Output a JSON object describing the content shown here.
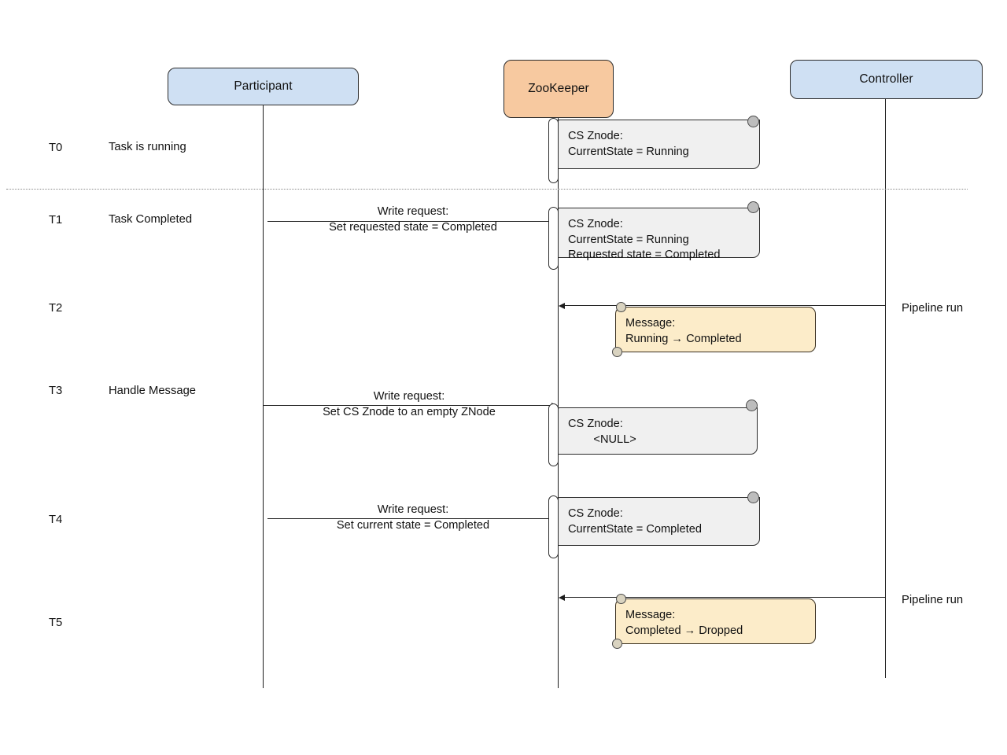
{
  "diagram": {
    "title": "Participant / ZooKeeper / Controller state transition sequence",
    "colors": {
      "actor_blue": "#cfe0f3",
      "actor_orange": "#f7c9a0",
      "note_grey": "#f0f0f0",
      "note_yellow": "#fcecc9",
      "stroke": "#1d1d1d",
      "background": "#ffffff"
    }
  },
  "actors": [
    {
      "id": "participant",
      "label": "Participant"
    },
    {
      "id": "zookeeper",
      "label": "ZooKeeper"
    },
    {
      "id": "controller",
      "label": "Controller"
    }
  ],
  "timeline": [
    {
      "t": "T0",
      "event": "Task is running"
    },
    {
      "t": "T1",
      "event": "Task Completed"
    },
    {
      "t": "T2",
      "event": ""
    },
    {
      "t": "T3",
      "event": "Handle Message"
    },
    {
      "t": "T4",
      "event": ""
    },
    {
      "t": "T5",
      "event": ""
    }
  ],
  "messages": [
    {
      "id": "t1-write",
      "from": "participant",
      "to": "zookeeper",
      "line1": "Write request:",
      "line2": "Set requested state = Completed",
      "arrowhead": "none"
    },
    {
      "id": "t2-pipeline",
      "from": "controller",
      "to": "zookeeper",
      "line1": "",
      "line2": "",
      "arrowhead": "left",
      "side_label": "Pipeline run"
    },
    {
      "id": "t3-write",
      "from": "participant",
      "to": "zookeeper",
      "line1": "Write request:",
      "line2": "Set CS Znode to an empty ZNode",
      "arrowhead": "right"
    },
    {
      "id": "t4-write",
      "from": "participant",
      "to": "zookeeper",
      "line1": "Write request:",
      "line2": "Set current state = Completed",
      "arrowhead": "none"
    },
    {
      "id": "t5-pipeline",
      "from": "controller",
      "to": "zookeeper",
      "line1": "",
      "line2": "",
      "arrowhead": "left",
      "side_label": "Pipeline run"
    }
  ],
  "notes": [
    {
      "id": "note-t0",
      "kind": "znode",
      "at": "T0",
      "text": "CS Znode:\nCurrentState = Running"
    },
    {
      "id": "note-t1",
      "kind": "znode",
      "at": "T1",
      "text": "CS Znode:\nCurrentState = Running\nRequested state = Completed"
    },
    {
      "id": "note-t2",
      "kind": "message",
      "at": "T2",
      "text": "Message:\nRunning → Completed"
    },
    {
      "id": "note-t3",
      "kind": "znode",
      "at": "T3",
      "text": "CS Znode:\n        <NULL>"
    },
    {
      "id": "note-t4",
      "kind": "znode",
      "at": "T4",
      "text": "CS Znode:\nCurrentState = Completed"
    },
    {
      "id": "note-t5",
      "kind": "message",
      "at": "T5",
      "text": "Message:\nCompleted → Dropped"
    }
  ],
  "side_labels": [
    {
      "id": "pipeline-t2",
      "text": "Pipeline run"
    },
    {
      "id": "pipeline-t5",
      "text": "Pipeline run"
    }
  ]
}
